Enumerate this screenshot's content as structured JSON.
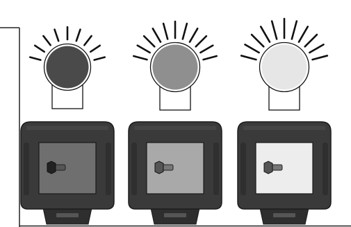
{
  "panels": [
    {
      "id": "dark",
      "bulb_color": "#4a4a4a",
      "screen_color": "#6f6f6f",
      "ray_count": 9,
      "ray_icon": "light-rays-icon",
      "device_icon": "camera-monitor-icon",
      "bolt_icon": "bolt-icon",
      "brightness_level": "low"
    },
    {
      "id": "medium",
      "bulb_color": "#8f8f8f",
      "screen_color": "#a9a9a9",
      "ray_count": 11,
      "ray_icon": "light-rays-icon",
      "device_icon": "camera-monitor-icon",
      "bolt_icon": "bolt-icon",
      "brightness_level": "medium"
    },
    {
      "id": "light",
      "bulb_color": "#e6e6e6",
      "screen_color": "#ededed",
      "ray_count": 11,
      "ray_icon": "light-rays-icon",
      "device_icon": "camera-monitor-icon",
      "bolt_icon": "bolt-icon",
      "brightness_level": "high"
    }
  ],
  "colors": {
    "device_body": "#3a3a3a",
    "device_edge": "#1c1c1c",
    "frame_line": "#222222"
  }
}
